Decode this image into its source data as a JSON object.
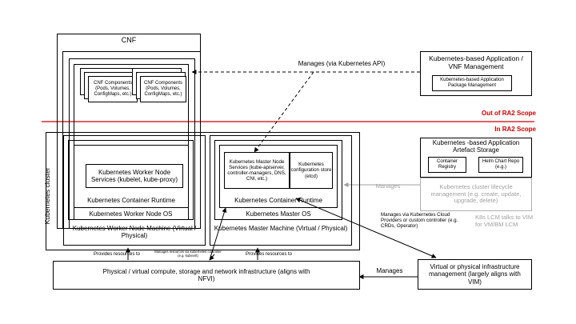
{
  "cnf": {
    "title": "CNF",
    "components_left": [
      "CNF Components",
      "(Pods, Volumes,",
      "ConfigMaps, etc.)"
    ],
    "components_right": [
      "CNF Components",
      "(Pods, Volumes,",
      "ConfigMaps, etc.)"
    ]
  },
  "app_mgmt": {
    "title": "Kubernetes-based Application / VNF Management",
    "pkg": "Kubernetes-based Application Package Management"
  },
  "manages_api": "Manages (via Kubernetes API)",
  "scope": {
    "out": "Out of RA2 Scope",
    "in": "In RA2 Scope"
  },
  "cluster_label": "Kubernetes cluster",
  "worker": {
    "services": "Kubernetes Worker Node Services (kubelet, kube-proxy)",
    "runtime": "Kubernetes Container Runtime",
    "os": "Kubernetes Worker Node OS",
    "machine": "Kubernetes Worker Node Machine (Virtual / Physical)"
  },
  "master": {
    "services": "Kubernetes Master Node Services (kube-apiserver, controller-managers, DNS, CNI, etc.)",
    "config_store": "Kubernetes configuration store (etcd)",
    "runtime": "Kubernetes Container Runtime",
    "os": "Kubernetes Master OS",
    "machine": "Kubernetes Master Machine (Virtual / Physical)"
  },
  "artefact": {
    "title": "Kubernetes -based Application Artefact Storage",
    "registry": "Container Registry",
    "helm": "Helm Chart Repo (e.g.)"
  },
  "lcm": {
    "text": "Kubernetes cluster lifecycle management (e.g. create, update, upgrade, delete)",
    "manages": "Manages",
    "note": "K8s LCM talks to VIM for VM/BM LCM"
  },
  "cloud_providers": "Manages via Kubernetes Cloud Providers or custom controller (e.g. CRDs, Operator)",
  "infra": {
    "text": "Physical / virtual compute, storage and network infrastructure (aligns with NFVI)",
    "provides_left": "Provides resources to",
    "provides_right": "Provides resources to",
    "kubevirt": "Manages resources via kubernetes controller (e.g. kubevirt)"
  },
  "vim": {
    "text": "Virtual or physical infrastructure management (largely aligns with VIM)",
    "manages": "Manages"
  }
}
